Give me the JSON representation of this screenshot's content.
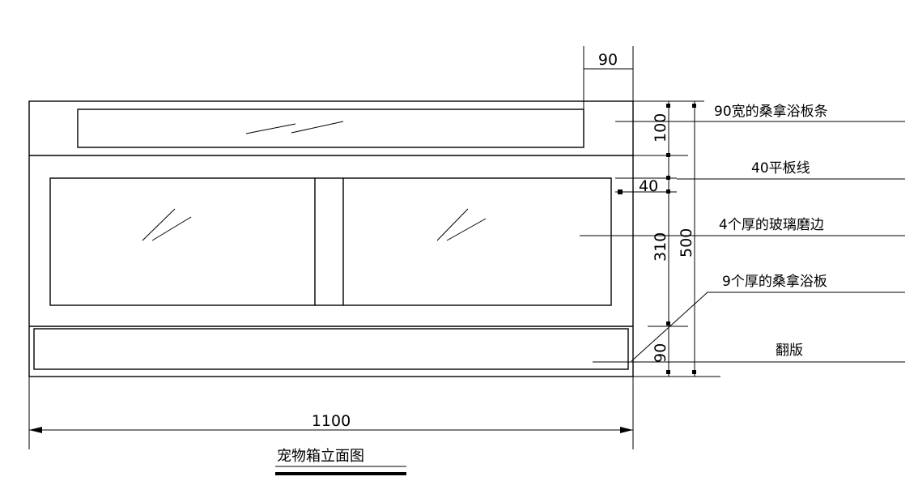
{
  "drawing_title": "宠物箱立面图",
  "dimensions": {
    "top_strip_width": "90",
    "overall_width": "1100",
    "top_band_height": "100",
    "molding_height": "40",
    "glass_height": "310",
    "overall_height": "500",
    "bottom_flap_height": "90"
  },
  "callouts": {
    "sauna_strip": "90宽的桑拿浴板条",
    "flat_molding": "40平板线",
    "glass": "4个厚的玻璃磨边",
    "sauna_board": "9个厚的桑拿浴板",
    "flap": "翻版"
  }
}
